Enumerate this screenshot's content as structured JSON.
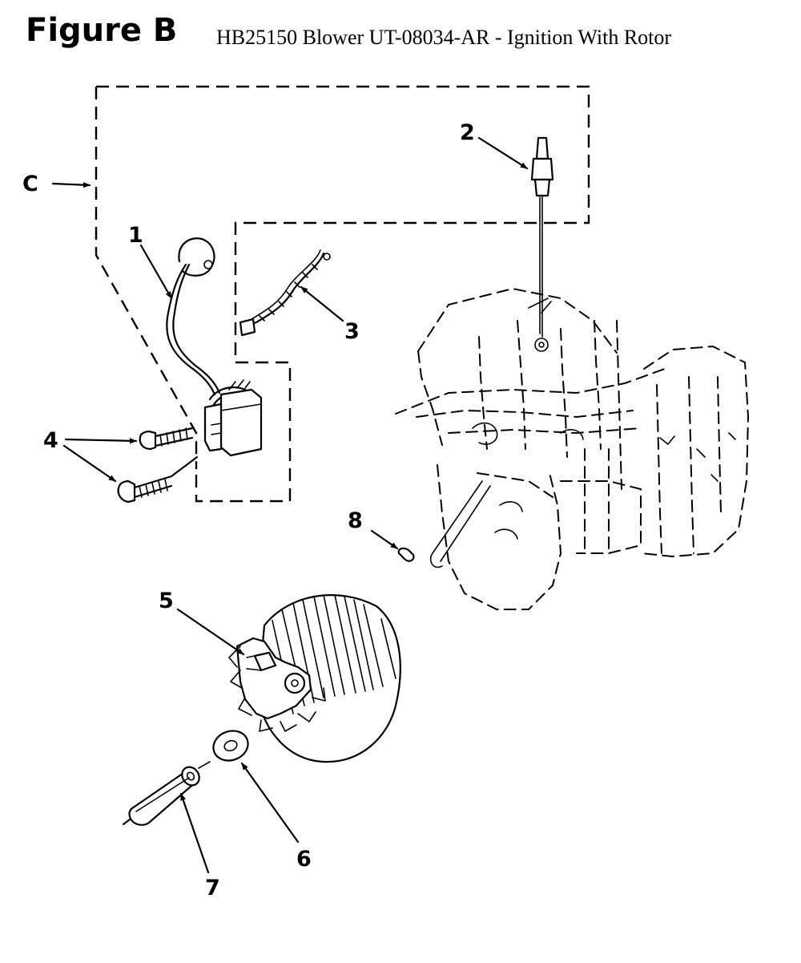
{
  "header": {
    "figure_label": "Figure B",
    "title": "HB25150 Blower UT-08034-AR - Ignition With Rotor"
  },
  "diagram": {
    "group_callout": "C",
    "callouts": [
      {
        "id": "c1",
        "label": "1"
      },
      {
        "id": "c2",
        "label": "2"
      },
      {
        "id": "c3",
        "label": "3"
      },
      {
        "id": "c4",
        "label": "4"
      },
      {
        "id": "c5",
        "label": "5"
      },
      {
        "id": "c6",
        "label": "6"
      },
      {
        "id": "c7",
        "label": "7"
      },
      {
        "id": "c8",
        "label": "8"
      }
    ]
  }
}
